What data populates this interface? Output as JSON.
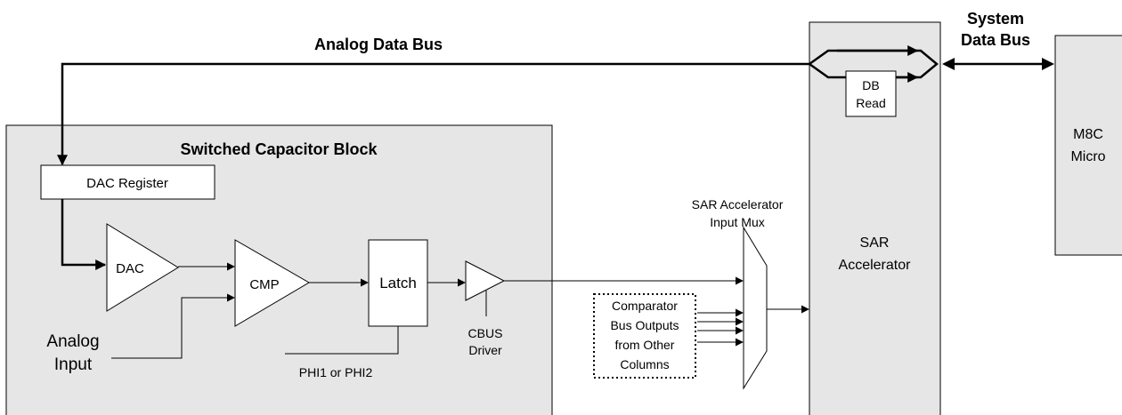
{
  "labels": {
    "analog_data_bus": "Analog Data Bus",
    "system_data_bus_line1": "System",
    "system_data_bus_line2": "Data Bus",
    "switched_capacitor_block": "Switched Capacitor Block",
    "dac_register": "DAC Register",
    "dac": "DAC",
    "cmp": "CMP",
    "latch": "Latch",
    "cbus_driver_line1": "CBUS",
    "cbus_driver_line2": "Driver",
    "analog_input_line1": "Analog",
    "analog_input_line2": "Input",
    "phi": "PHI1 or PHI2",
    "sar_mux_line1": "SAR Accelerator",
    "sar_mux_line2": "Input Mux",
    "comparator_line1": "Comparator",
    "comparator_line2": "Bus Outputs",
    "comparator_line3": "from Other",
    "comparator_line4": "Columns",
    "sar_accel_line1": "SAR",
    "sar_accel_line2": "Accelerator",
    "db_read_line1": "DB",
    "db_read_line2": "Read",
    "m8c_line1": "M8C",
    "m8c_line2": "Micro"
  },
  "colors": {
    "block_fill": "#e6e6e6",
    "white_fill": "#ffffff",
    "stroke": "#000000"
  }
}
